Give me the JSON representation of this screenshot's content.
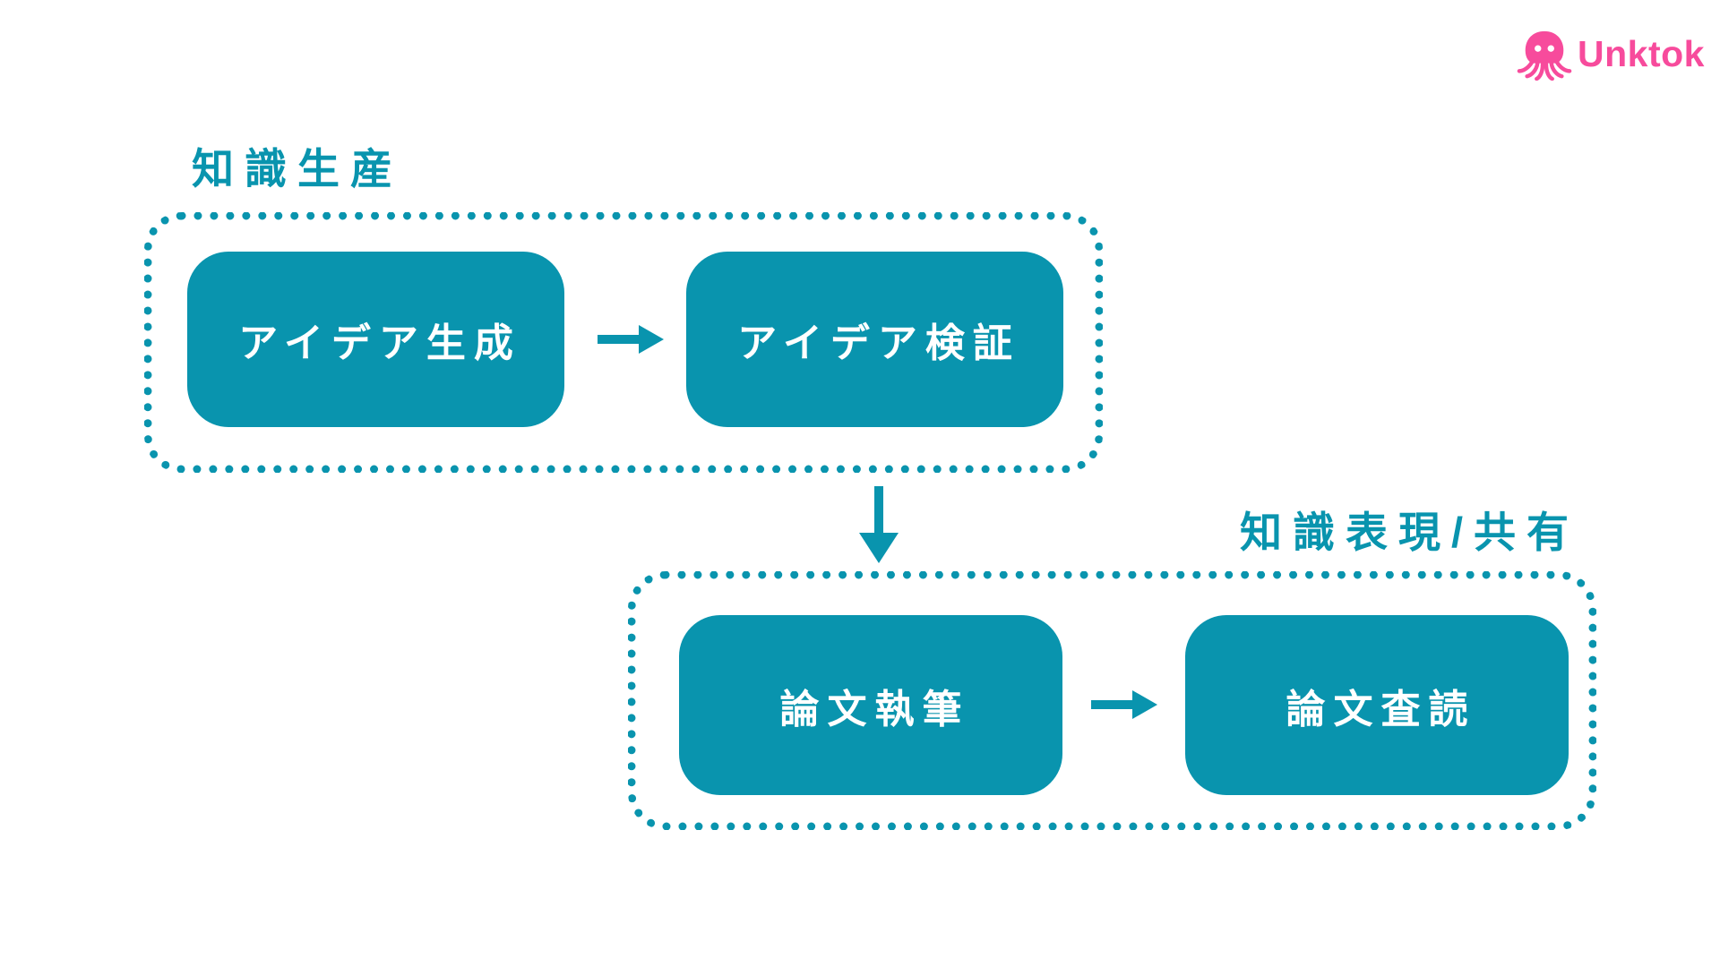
{
  "page": {
    "background": "#ffffff",
    "type": "flowchart-slide"
  },
  "logo": {
    "text": "Unktok",
    "icon": "octopus-icon",
    "color": "#F74B9C"
  },
  "colors": {
    "accent_teal": "#0994AE",
    "node_text": "#ffffff",
    "logo_pink": "#F74B9C"
  },
  "sections": [
    {
      "id": "knowledge-production",
      "label": "知識生産",
      "boxes": [
        {
          "label": "アイデア生成"
        },
        {
          "label": "アイデア検証"
        }
      ]
    },
    {
      "id": "knowledge-representation-sharing",
      "label": "知識表現/共有",
      "boxes": [
        {
          "label": "論文執筆"
        },
        {
          "label": "論文査読"
        }
      ]
    }
  ],
  "connectors": [
    {
      "type": "arrow-right",
      "from": "アイデア生成",
      "to": "アイデア検証"
    },
    {
      "type": "arrow-down",
      "from": "知識生産",
      "to": "知識表現/共有"
    },
    {
      "type": "arrow-right",
      "from": "論文執筆",
      "to": "論文査読"
    }
  ]
}
